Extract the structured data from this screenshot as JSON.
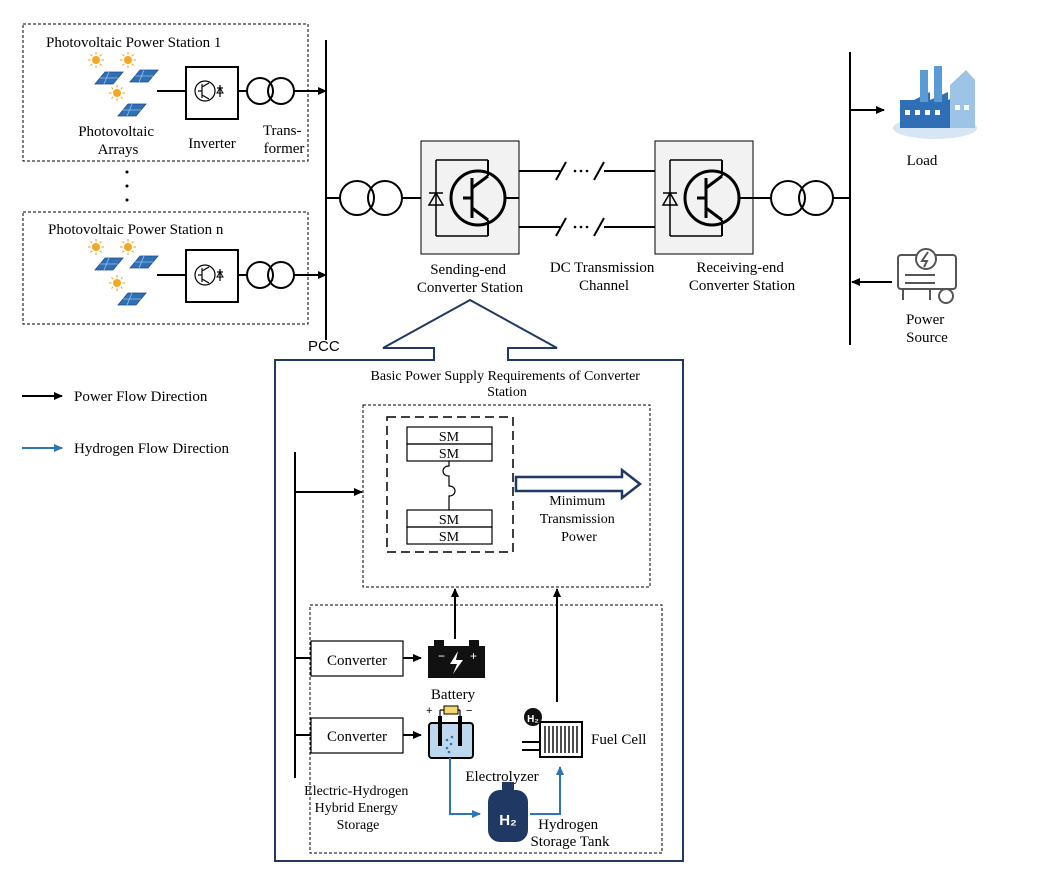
{
  "colors": {
    "line": "#000000",
    "hydrogen": "#2e75b6",
    "converter_box": "#f2f2f2",
    "panel": "#2f6fb5",
    "sun": "#f5a623",
    "navy": "#1f3864"
  },
  "pv_station_1": {
    "title": "Photovoltaic Power Station  1",
    "arrays_label": "Photovoltaic Arrays",
    "inverter_label": "Inverter",
    "transformer_label": "Trans- former"
  },
  "pv_station_n": {
    "title": "Photovoltaic Power Station  n"
  },
  "pcc_label": "PCC",
  "sending_end": {
    "label": "Sending-end Converter Station"
  },
  "dc_channel": {
    "label": "DC Transmission Channel"
  },
  "receiving_end": {
    "label": "Receiving-end Converter Station"
  },
  "load": {
    "label": "Load"
  },
  "power_source": {
    "label": "Power Source"
  },
  "legend": {
    "power_flow": "Power Flow Direction",
    "hydrogen_flow": "Hydrogen Flow Direction"
  },
  "detail": {
    "title": "Basic Power Supply Requirements of Converter Station",
    "sm_label": "SM",
    "minimum_transmission": "Minimum Transmission Power",
    "converter_label": "Converter",
    "battery_label": "Battery",
    "electrolyzer_label": "Electrolyzer",
    "fuel_cell_label": "Fuel Cell",
    "h2_tank_label": "Hydrogen Storage Tank",
    "hybrid_storage_label": "Electric-Hydrogen Hybrid Energy Storage",
    "h2_symbol": "H2"
  }
}
